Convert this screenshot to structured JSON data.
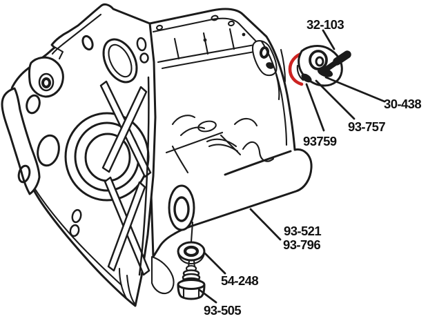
{
  "page": {
    "background": "#ffffff",
    "kind": "exploded-parts-line-diagram"
  },
  "diagram": {
    "line_color": "#1b1b1b",
    "highlight_color": "#cc2321",
    "part_labels": [
      {
        "text": "32-103"
      },
      {
        "text": "30-438"
      },
      {
        "text": "93-757"
      },
      {
        "text": "93759"
      },
      {
        "text": "93-521"
      },
      {
        "text": "93-796"
      },
      {
        "text": "54-248"
      },
      {
        "text": "93-505"
      }
    ]
  }
}
